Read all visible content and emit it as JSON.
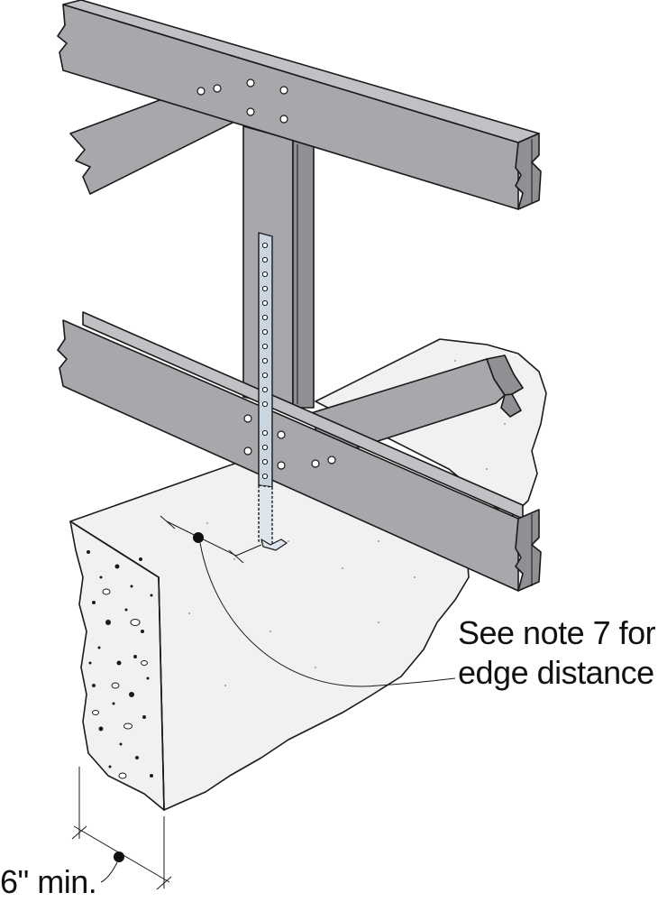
{
  "callouts": {
    "edge_note_line1": "See note 7 for",
    "edge_note_line2": "edge distance",
    "min_distance": "6\" min."
  },
  "colors": {
    "steel": "#a6a8ab",
    "steel_dark": "#8e9093",
    "concrete": "#f1f1f1",
    "strap": "#c9d6e2",
    "line": "#1a1a1a"
  }
}
